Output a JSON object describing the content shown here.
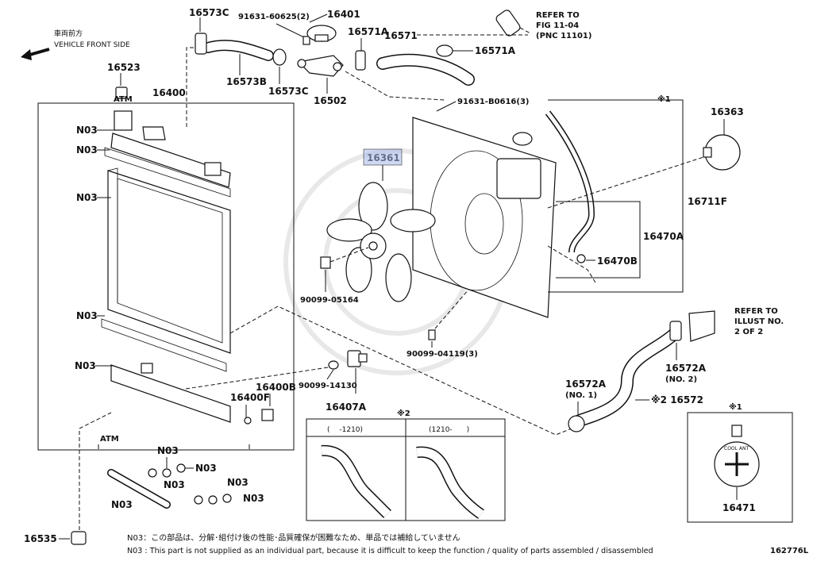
{
  "header": {
    "front_jp": "車両前方",
    "front_en": "VEHICLE FRONT SIDE"
  },
  "refer1": [
    "REFER TO",
    "FIG 11-04",
    "(PNC 11101)"
  ],
  "refer2": [
    "REFER TO",
    "ILLUST NO.",
    "2 OF 2"
  ],
  "labels": {
    "p16573C_top": "16573C",
    "p91631_60625": "91631-60625(2)",
    "p16401": "16401",
    "p16571A_top": "16571A",
    "p16571": "16571",
    "p16571A_right": "16571A",
    "p16523": "16523",
    "p16573B": "16573B",
    "p16573C_mid": "16573C",
    "p16502": "16502",
    "p16400": "16400",
    "atm_top": "ATM",
    "p91631_B0616": "91631-B0616(3)",
    "note1_top": "※1",
    "p16363": "16363",
    "p16361": "16361",
    "p16711F": "16711F",
    "p16470A": "16470A",
    "p16470B": "16470B",
    "p90099_05164": "90099-05164",
    "p90099_04119": "90099-04119(3)",
    "p16400B": "16400B",
    "p16400F": "16400F",
    "p90099_14130": "90099-14130",
    "p16407A": "16407A",
    "p16572A_1": "16572A",
    "p16572A_1_no": "(NO. 1)",
    "p16572A_2": "16572A",
    "p16572A_2_no": "(NO. 2)",
    "p16572": "※2 16572",
    "note2": "※2",
    "range_left": "(　 -1210)",
    "range_right": "(1210-　　)",
    "note1_box": "※1",
    "p16471": "16471",
    "atm_bottom": "ATM",
    "p16535": "16535",
    "diagram_id": "162776L"
  },
  "n03_labels": [
    "N03",
    "N03",
    "N03",
    "N03",
    "N03",
    "N03",
    "N03",
    "N03",
    "N03",
    "N03",
    "N03"
  ],
  "cap_text": "COOL ANT",
  "footnote": {
    "jp": "N03：この部品は、分解･組付け後の性能･品質確保が困難なため、単品では補給していません",
    "en": "N03 : This part is not supplied as an individual part, because it is difficult to keep the function / quality of parts assembled / disassembled"
  }
}
